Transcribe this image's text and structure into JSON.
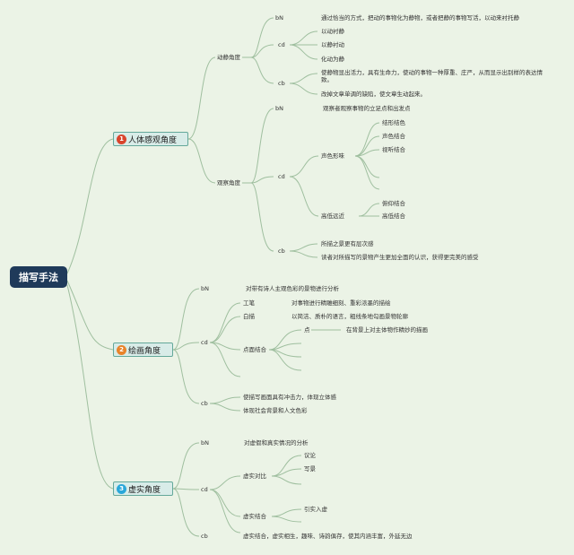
{
  "root": "描写手法",
  "colors": {
    "badge1": "#d9442c",
    "badge2": "#e8832a",
    "badge3": "#2aa7d9",
    "root": "#1f3a5a"
  },
  "b1": {
    "label": "人体感观角度",
    "badge": "1",
    "dj": {
      "label": "动静角度",
      "bn": "bN",
      "bn_text": "通过恰当的方式，把动的事物化为静物，或者把静的事物写活，以动来衬托静",
      "cd": "cd",
      "cd_items": [
        "以动衬静",
        "以静衬动",
        "化动为静"
      ],
      "cb": "cb",
      "cb_text1": "使静物显出活力，具有生命力，使动的事物一种厚重、庄严，从而显示出别样的表达情致。",
      "cb_text2": "改掉文章单调的缺陷，使文章生动起来。"
    },
    "gc": {
      "label": "观察角度",
      "bn": "bN",
      "bn_text": "观察者观察事物的立足点和出发点",
      "cd": "cd",
      "sxxw": {
        "label": "声色形味",
        "items": [
          "结形结色",
          "声色结合",
          "视听结合"
        ]
      },
      "gdyj": {
        "label": "高低远近",
        "items": [
          "俯仰结合",
          "高低结合"
        ]
      },
      "cb": "cb",
      "cb_text1": "所描之景更有层次感",
      "cb_text2": "读者对所描写的景物产生更加全面的认识，获得更完美的感受"
    }
  },
  "b2": {
    "label": "绘画角度",
    "badge": "2",
    "bn": "bN",
    "bn_text": "对带有诗人主观色彩的景物进行分析",
    "cd": "cd",
    "gongbi": {
      "label": "工笔",
      "text": "对事物进行精雕细刻、重彩浓墨的描绘"
    },
    "baimiao": {
      "label": "白描",
      "text": "以简洁、质朴的语言，粗线条地勾画景物轮廓"
    },
    "dmjh": {
      "label": "点面结合",
      "dian": "点",
      "dian_text": "在背景上对主体物作精妙的描画"
    },
    "cb": "cb",
    "cb_text1": "使描写画面具有冲击力，体现立体感",
    "cb_text2": "体现社会背景和人文色彩"
  },
  "b3": {
    "label": "虚实角度",
    "badge": "3",
    "bn": "bN",
    "bn_text": "对虚假和真实情况的分析",
    "cd": "cd",
    "xsdb": {
      "label": "虚实对比",
      "items": [
        "议论",
        "写景"
      ]
    },
    "xsjh": {
      "label": "虚实结合",
      "items": [
        "引实入虚"
      ]
    },
    "cb": "cb",
    "cb_text": "虚实结合，虚实相生，趣味、诗韵俱存，使其内涵丰富，外延无边"
  }
}
